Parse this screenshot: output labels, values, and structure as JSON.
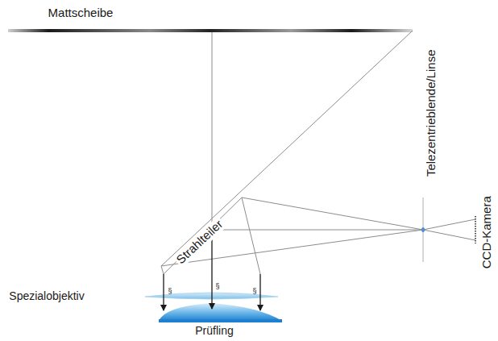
{
  "diagram": {
    "labels": [
      "Mattscheibe",
      "Strahlteiler",
      "Telezentrieblende/Linse",
      "CCD-Kamera",
      "Spezialobjektiv",
      "Prüfling",
      "§",
      "§",
      "§"
    ]
  }
}
